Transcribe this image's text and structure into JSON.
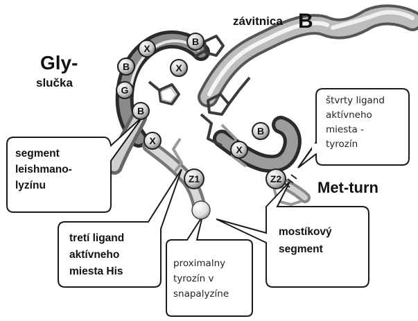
{
  "labels": {
    "helix": "závitnica",
    "helix_letter": "B",
    "gly_title": "Gly-",
    "gly_sub": "slučka",
    "met_turn": "Met-turn"
  },
  "beads": [
    "B",
    "X",
    "B",
    "X",
    "B",
    "G",
    "B",
    "X",
    "Z1",
    "B",
    "X",
    "Z2"
  ],
  "callouts": {
    "segment": [
      "segment",
      "leishmano-",
      "lyzínu"
    ],
    "fourth": [
      "štvrty ligand",
      "aktívneho",
      "miesta -",
      "tyrozín"
    ],
    "third": [
      "tretí ligand",
      "aktívneho",
      "miesta His"
    ],
    "proximal": [
      "proximalny",
      "tyrozín v",
      "snapalyzíne"
    ],
    "bridge": [
      "mostíkový",
      "segment"
    ]
  }
}
